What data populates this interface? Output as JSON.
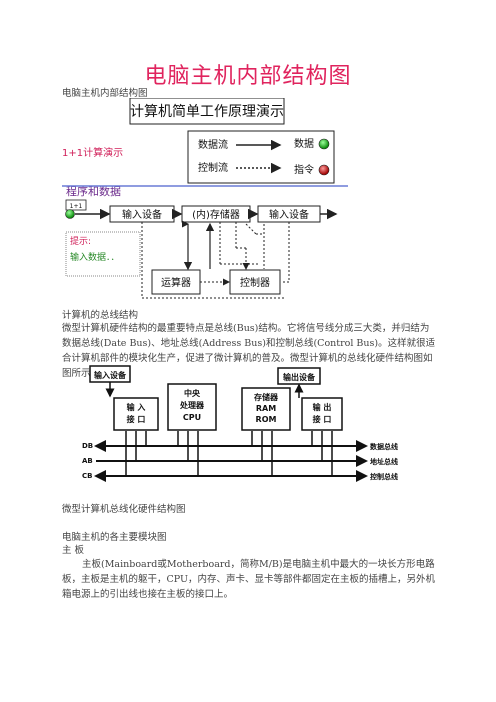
{
  "doc": {
    "title": "电脑主机内部结构图",
    "subtitle": "电脑主机内部结构图",
    "fig1": {
      "banner": "计算机简单工作原理演示",
      "demo_label": "1+1计算演示",
      "legend_dataflow": "数据流",
      "legend_controlflow": "控制流",
      "legend_data": "数据",
      "legend_command": "指令",
      "section": "程序和数据",
      "start_box": "1+1",
      "input_device": "输入设备",
      "memory": "(内)存储器",
      "output_device": "输入设备",
      "prompt_line1": "提示:",
      "prompt_line2": "输入数据．．",
      "alu": "运算器",
      "controller": "控制器"
    },
    "bus_heading": "计算机的总线结构",
    "bus_paragraph": "微型计算机硬件结构的最重要特点是总线(Bus)结构。它将信号线分成三大类，并归结为数据总线(Date Bus)、地址总线(Address Bus)和控制总线(Control Bus)。这样就很适合计算机部件的模块化生产，促进了微计算机的普及。微型计算机的总线化硬件结构图如图所示。",
    "fig2": {
      "input_device": "输入设备",
      "input_port_1": "输 入",
      "input_port_2": "接 口",
      "cpu_1": "中央",
      "cpu_2": "处理器",
      "cpu_3": "CPU",
      "mem_1": "存储器",
      "mem_2": "RAM",
      "mem_3": "ROM",
      "output_device": "输出设备",
      "output_port_1": "输 出",
      "output_port_2": "接 口",
      "db": "DB",
      "ab": "AB",
      "cb": "CB",
      "db_name": "数据总线",
      "ab_name": "地址总线",
      "cb_name": "控制总线"
    },
    "fig2_caption": "微型计算机总线化硬件结构图",
    "modules_heading": "电脑主机的各主要模块图",
    "board_heading": "主 板",
    "board_paragraph": "主板(Mainboard或Motherboard，简称M/B)是电脑主机中最大的一块长方形电路板，主板是主机的躯干，CPU，内存、声卡、显卡等部件都固定在主板的插槽上，另外机箱电源上的引出线也接在主板的接口上。"
  }
}
